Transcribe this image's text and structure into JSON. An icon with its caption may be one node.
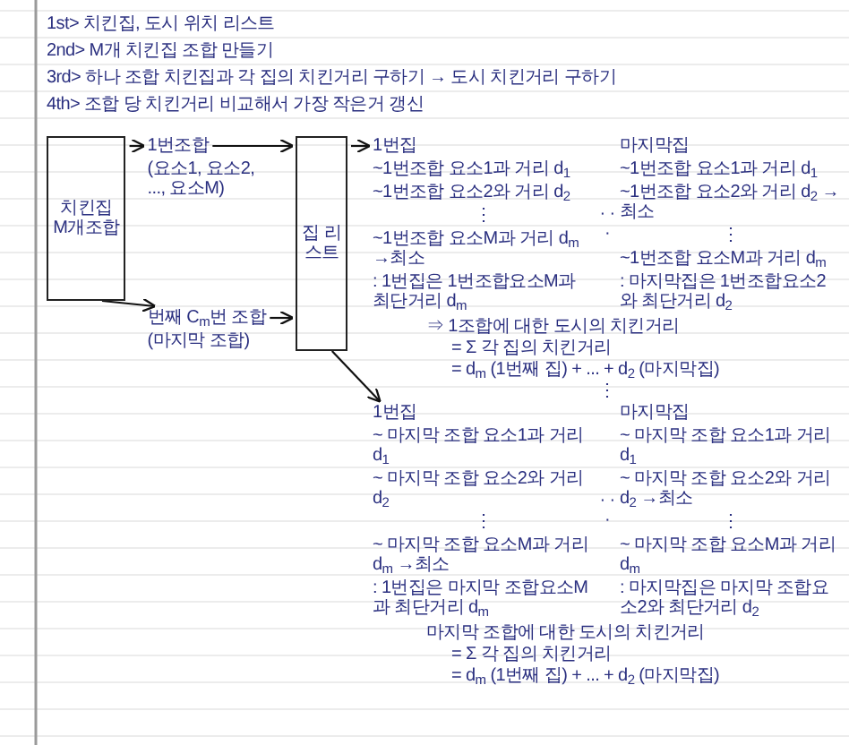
{
  "diagram": {
    "nodes": [
      {
        "text": [
          "치킨집 M개조합"
        ]
      },
      {
        "text": [
          "1번조합"
        ],
        "beside": [
          "(요소1, 요소2, ..., 요소M)"
        ]
      },
      {
        "text": [
          "번째 C$_{m}$번 조합"
        ],
        "beside": [
          "(마지막 조합)"
        ]
      },
      {
        "text": [
          "집 리스트"
        ]
      },
      {
        "text": [
          "1번집"
        ]
      },
      {
        "text": [
          "1번집"
        ]
      }
    ],
    "edges": [
      {
        "from": 0,
        "to": 1,
        "arrow": "to"
      },
      {
        "from": 0,
        "to": 2,
        "arrow": "to"
      },
      {
        "from": 1,
        "to": 3,
        "arrow": "to"
      },
      {
        "from": 2,
        "to": 3,
        "arrow": "to"
      },
      {
        "from": 3,
        "to": 4,
        "arrow": "to"
      },
      {
        "from": 3,
        "to": 5,
        "arrow": "to"
      }
    ],
    "labels": [
      "1st> 치킨집, 도시 위치 리스트",
      "2nd> M개 치킨집 조합 만들기",
      "3rd> 하나 조합 치킨집과 각 집의 치킨거리 구하기 → 도시 치킨거리 구하기",
      "4th> 조합 당 치킨거리 비교해서 가장 작은거 갱신",
      "~1번조합 요소1과 거리 d$_{1}$",
      "~1번조합 요소2와 거리 d$_{2}$",
      "⋮",
      "~1번조합 요소M과 거리 d$_{m}$ →최소",
      ": 1번집은 1번조합요소M과 최단거리 d$_{m}$",
      "마지막집",
      "~1번조합 요소1과 거리 d$_{1}$",
      "~1번조합 요소2와 거리 d$_{2}$ →최소",
      "⋮",
      "~1번조합 요소M과 거리 d$_{m}$",
      ": 마지막집은 1번조합요소2와 최단거리 d$_{2}$",
      "· · ·",
      "⇒ 1조합에 대한 도시의 치킨거리",
      "= Σ 각 집의 치킨거리",
      "= d$_{m}$ (1번째 집) + ... + d$_{2}$ (마지막집)",
      "⋮",
      "~ 마지막 조합 요소1과 거리 d$_{1}$",
      "~ 마지막 조합 요소2와 거리 d$_{2}$",
      "⋮",
      "~ 마지막 조합 요소M과 거리 d$_{m}$ →최소",
      ": 1번집은 마지막 조합요소M과 최단거리 d$_{m}$",
      "마지막집",
      "~ 마지막 조합 요소1과 거리 d$_{1}$",
      "~ 마지막 조합 요소2와 거리 d$_{2}$ →최소",
      "⋮",
      "~ 마지막 조합 요소M과 거리 d$_{m}$",
      ": 마지막집은 마지막 조합요소2와 최단거리 d$_{2}$",
      "· · ·",
      "마지막 조합에 대한 도시의 치킨거리",
      "= Σ 각 집의 치킨거리",
      "= d$_{m}$ (1번째 집) + ... + d$_{2}$ (마지막집)"
    ]
  }
}
